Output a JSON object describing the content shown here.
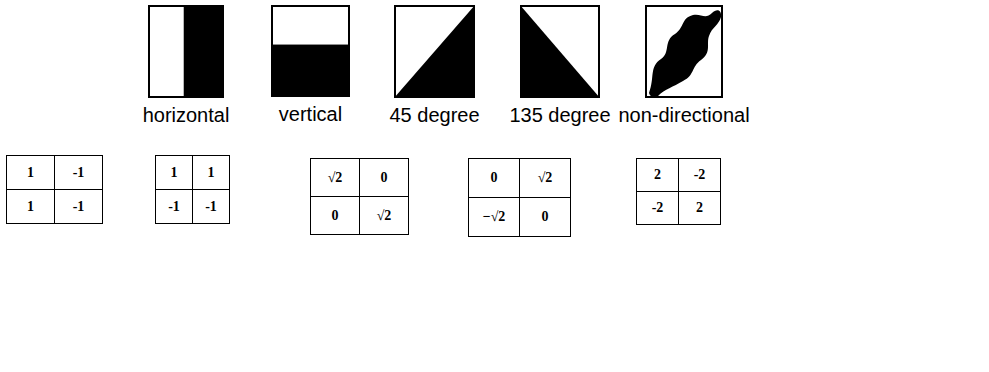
{
  "diagram": {
    "nodes": [
      {
        "text": [
          "horizontal"
        ]
      },
      {
        "text": [
          "vertical"
        ]
      },
      {
        "text": [
          "45 degree"
        ]
      },
      {
        "text": [
          "135 degree"
        ]
      },
      {
        "text": [
          "non-directional"
        ]
      }
    ],
    "labels": [
      "1",
      "-1",
      "1",
      "-1",
      "1",
      "1",
      "-1",
      "-1",
      "√2",
      "0",
      "0",
      "√2",
      "0",
      "√2",
      "−√2",
      "0",
      "2",
      "-2",
      "-2",
      "2"
    ]
  }
}
